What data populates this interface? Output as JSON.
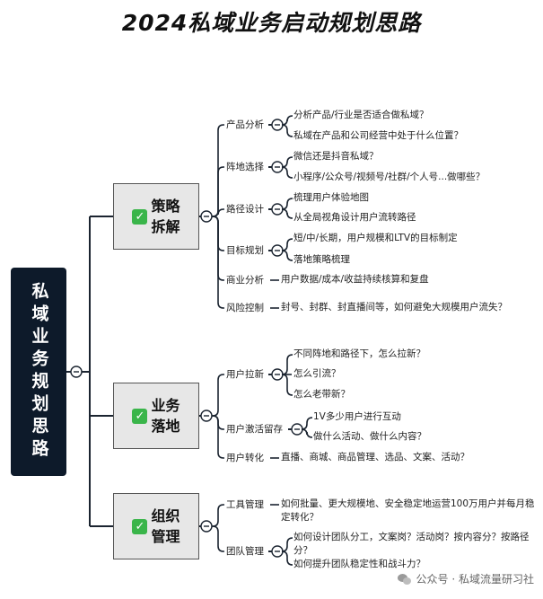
{
  "title": "2024私域业务启动规划思路",
  "root": "私域业务规划思路",
  "categories": [
    {
      "line1": "策略",
      "line2": "拆解",
      "subs": [
        {
          "label": "产品分析",
          "leaves": [
            "分析产品/行业是否适合做私域？",
            "私域在产品和公司经营中处于什么位置？"
          ]
        },
        {
          "label": "阵地选择",
          "leaves": [
            "微信还是抖音私域？",
            "小程序/公众号/视频号/社群/个人号...做哪些？"
          ]
        },
        {
          "label": "路径设计",
          "leaves": [
            "梳理用户体验地图",
            "从全局视角设计用户流转路径"
          ]
        },
        {
          "label": "目标规划",
          "leaves": [
            "短/中/长期，用户规模和LTV的目标制定",
            "落地策略梳理"
          ]
        },
        {
          "label": "商业分析",
          "leaves": [
            "用户数据/成本/收益持续核算和复盘"
          ]
        },
        {
          "label": "风险控制",
          "leaves": [
            "封号、封群、封直播间等，如何避免大规模用户流失？"
          ]
        }
      ]
    },
    {
      "line1": "业务",
      "line2": "落地",
      "subs": [
        {
          "label": "用户拉新",
          "leaves": [
            "不同阵地和路径下，怎么拉新？",
            "怎么引流？",
            "怎么老带新？"
          ]
        },
        {
          "label": "用户激活留存",
          "leaves": [
            "1V多少用户进行互动",
            "做什么活动、做什么内容？"
          ]
        },
        {
          "label": "用户转化",
          "leaves": [
            "直播、商城、商品管理、选品、文案、活动？"
          ]
        }
      ]
    },
    {
      "line1": "组织",
      "line2": "管理",
      "subs": [
        {
          "label": "工具管理",
          "leaves": [
            "如何批量、更大规模地、安全稳定地运营100万用户并每月稳定转化？"
          ]
        },
        {
          "label": "团队管理",
          "leaves": [
            "如何设计团队分工，文案岗？活动岗？按内容分？按路径分？",
            "如何提升团队稳定性和战斗力？"
          ]
        }
      ]
    }
  ],
  "watermark": "公众号 · 私域流量研习社",
  "colors": {
    "root_bg": "#0d1a2a",
    "line": "#1b2430",
    "check": "#3ab54a",
    "category_bg": "#e7e7e7"
  },
  "icons": {
    "category_marker": "check-mark-icon",
    "collapse": "collapse-minus-icon",
    "watermark": "wechat-icon"
  }
}
